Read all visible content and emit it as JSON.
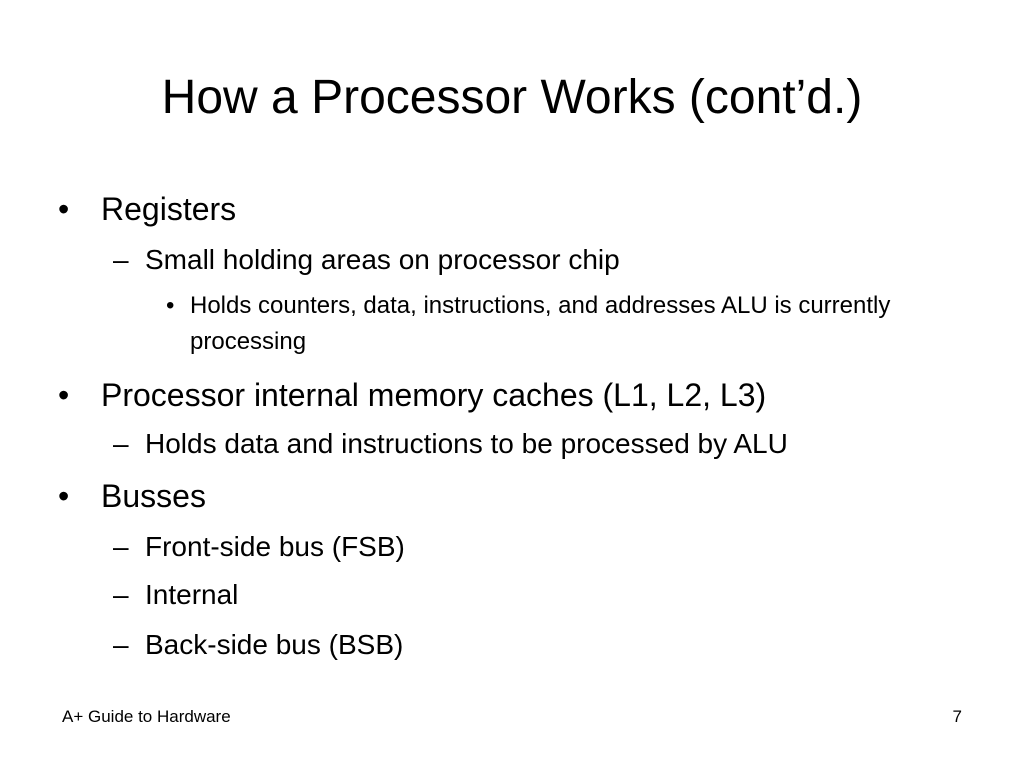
{
  "slide": {
    "title": "How a Processor Works (cont’d.)",
    "bullets": [
      {
        "marker": "•",
        "text": "Registers",
        "sub": [
          {
            "marker": "–",
            "text": "Small holding areas on processor chip",
            "sub": [
              {
                "marker": "•",
                "text": "Holds counters, data, instructions, and addresses ALU is currently processing"
              }
            ]
          }
        ]
      },
      {
        "marker": "•",
        "text": "Processor internal memory caches (L1, L2, L3)",
        "sub": [
          {
            "marker": "–",
            "text": "Holds data and instructions to be processed by ALU"
          }
        ]
      },
      {
        "marker": "•",
        "text": "Busses",
        "sub": [
          {
            "marker": "–",
            "text": "Front-side bus (FSB)"
          },
          {
            "marker": "–",
            "text": "Internal"
          },
          {
            "marker": "–",
            "text": "Back-side bus (BSB)"
          }
        ]
      }
    ]
  },
  "footer": {
    "source": "A+ Guide to Hardware",
    "page_number": "7"
  }
}
